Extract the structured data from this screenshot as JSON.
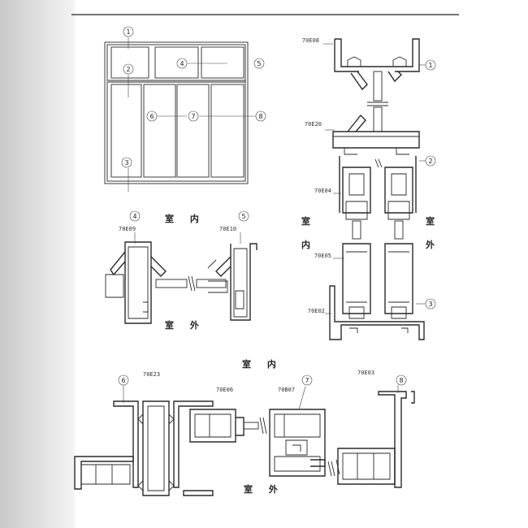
{
  "callouts": [
    "1",
    "2",
    "3",
    "4",
    "5",
    "6",
    "7",
    "8"
  ],
  "labels": {
    "indoor": "室 内",
    "outdoor": "室 外",
    "indoor_v1": "室",
    "indoor_v2": "内",
    "outdoor_v1": "室",
    "outdoor_v2": "外"
  },
  "codes": {
    "e08": "70E08",
    "e20": "70E20",
    "e04": "70E04",
    "e05": "70E05",
    "e02": "70E02",
    "e09": "70E09",
    "e10": "70E10",
    "e23": "70E23",
    "e06": "70E06",
    "b07": "70B07",
    "e03": "70E03"
  },
  "colors": {
    "line": "#2a2a2a",
    "background": "#ffffff",
    "margin_shade": "#d6d6d6"
  }
}
